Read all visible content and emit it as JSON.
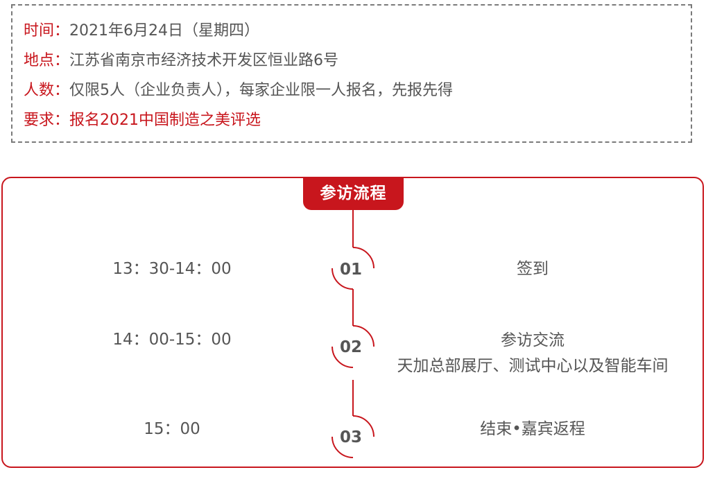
{
  "info": {
    "time_label": "时间：",
    "time_value": "2021年6月24日（星期四）",
    "place_label": "地点：",
    "place_value": "江苏省南京市经济技术开发区恒业路6号",
    "people_label": "人数：",
    "people_value": "仅限5人（企业负责人），每家企业限一人报名，先报先得",
    "req_label": "要求：",
    "req_value": "报名2021中国制造之美评选"
  },
  "flow": {
    "title": "参访流程",
    "steps": [
      {
        "num": "01",
        "time": "13：30-14：00",
        "desc": [
          "签到"
        ]
      },
      {
        "num": "02",
        "time": "14：00-15：00",
        "desc": [
          "参访交流",
          "天加总部展厅、测试中心以及智能车间"
        ]
      },
      {
        "num": "03",
        "time": "15：00",
        "desc": [
          "结束•嘉宾返程"
        ]
      }
    ]
  },
  "colors": {
    "accent": "#c8161d",
    "text": "#555555",
    "dashed_border": "#7a7a7a"
  }
}
